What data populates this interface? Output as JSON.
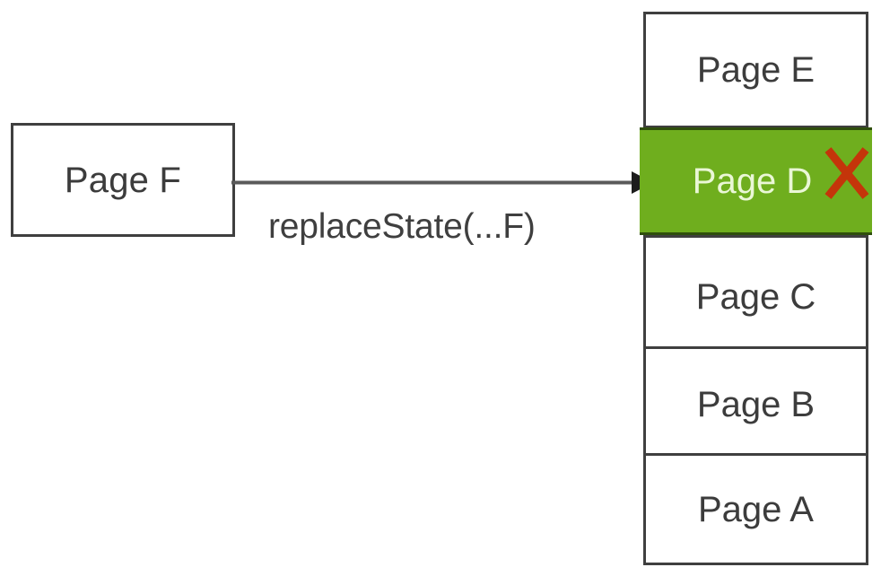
{
  "diagram": {
    "type": "browser-history-stack",
    "source_box": {
      "label": "Page F"
    },
    "transition": {
      "label": "replaceState(...F)",
      "arrow": "arrow-right",
      "from": "Page F",
      "to": "Page D"
    },
    "history_stack": {
      "order": "top-is-newest",
      "entries": [
        {
          "label": "Page E",
          "state": "normal"
        },
        {
          "label": "Page D",
          "state": "highlighted",
          "marked_for_removal": true,
          "marker": "red-x"
        },
        {
          "label": "Page C",
          "state": "normal"
        },
        {
          "label": "Page B",
          "state": "normal"
        },
        {
          "label": "Page A",
          "state": "normal"
        }
      ]
    },
    "colors": {
      "background": "#ffffff",
      "box_fill": "#ffffff",
      "box_border": "#3f3f3f",
      "text": "#3c3c3c",
      "highlight_fill": "#6fae1e",
      "highlight_border": "#2f4f0c",
      "highlight_text": "#eaf7d6",
      "delete_marker": "#c4350a",
      "arrow": "#5a5a5a"
    }
  }
}
